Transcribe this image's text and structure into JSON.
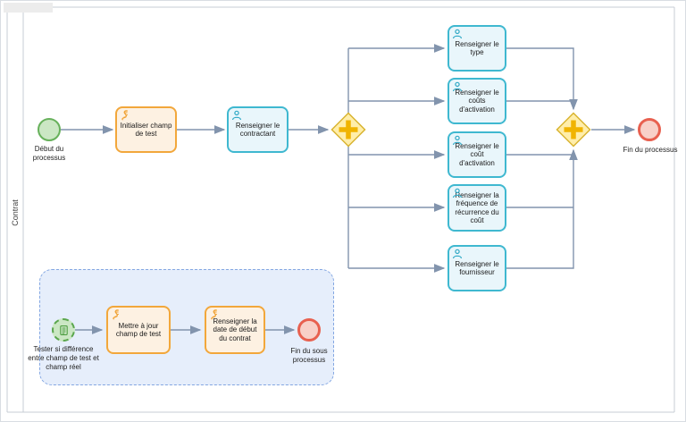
{
  "pool": {
    "label": "Contrat"
  },
  "nodes": {
    "start": {
      "type": "start-event",
      "label": "Début du processus"
    },
    "task_init": {
      "type": "script-task",
      "icon": "script-icon",
      "label": "Initialiser champ de test"
    },
    "task_contractant": {
      "type": "user-task",
      "icon": "user-icon",
      "label": "Renseigner le contractant"
    },
    "gateway_split": {
      "type": "parallel-gateway"
    },
    "parallel_tasks": [
      {
        "type": "user-task",
        "icon": "user-icon",
        "label": "Renseigner le type"
      },
      {
        "type": "user-task",
        "icon": "user-icon",
        "label": "Renseigner le coûts d'activation"
      },
      {
        "type": "user-task",
        "icon": "user-icon",
        "label": "Renseigner le coût d'activation"
      },
      {
        "type": "user-task",
        "icon": "user-icon",
        "label": "Renseigner la fréquence de récurrence du coût"
      },
      {
        "type": "user-task",
        "icon": "user-icon",
        "label": "Renseigner le fournisseur"
      }
    ],
    "gateway_merge": {
      "type": "parallel-gateway"
    },
    "end": {
      "type": "end-event",
      "label": "Fin du processus"
    }
  },
  "subprocess": {
    "cond_start": {
      "type": "conditional-start-event",
      "icon": "document-icon",
      "label": "Tester si différence entre champ de test et champ réel"
    },
    "task_update": {
      "type": "script-task",
      "icon": "script-icon",
      "label": "Mettre à jour champ de test"
    },
    "task_date": {
      "type": "script-task",
      "icon": "script-icon",
      "label": "Renseigner la date de début du contrat"
    },
    "end": {
      "type": "end-event",
      "label": "Fin du sous processus"
    }
  },
  "colors": {
    "start_event_fill": "#cbe7c4",
    "start_event_stroke": "#67b15b",
    "end_event_fill": "#f8d0c8",
    "end_event_stroke": "#e8604f",
    "script_task_fill": "#fdf1e2",
    "script_task_stroke": "#f2a73b",
    "user_task_fill": "#e9f6fb",
    "user_task_stroke": "#3fb8d0",
    "gateway_fill": "#ffeeaa",
    "gateway_stroke": "#d9b430",
    "gateway_symbol": "#f0b400",
    "connector": "#8294ad",
    "subprocess_fill": "#e6eefb",
    "subprocess_stroke": "#84a7e2"
  }
}
